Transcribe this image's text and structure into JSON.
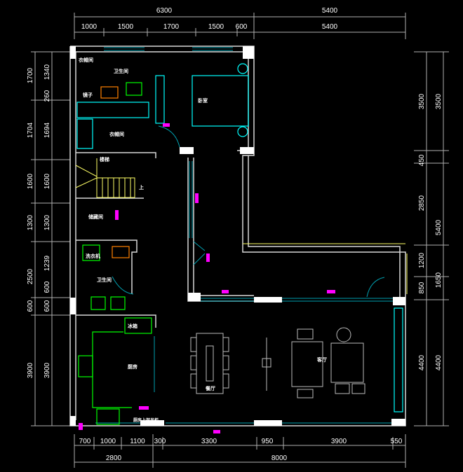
{
  "colors": {
    "wall": "#ffffff",
    "window": "#00a0b0",
    "furniture": "#00ffff",
    "fixture": "#00ff00",
    "stairs": "#ffff66",
    "tag": "#ff00ff",
    "dim": "#c0c0c0",
    "orange": "#ff8000"
  },
  "dims": {
    "top_total": [
      "6300",
      "5400"
    ],
    "top_detail": [
      "1000",
      "1500",
      "1700",
      "1500",
      "600",
      "5400"
    ],
    "left_outer": [
      "1700",
      "1704",
      "1600",
      "1300",
      "2500",
      "600",
      "3900"
    ],
    "left_inner": [
      "1340",
      "260",
      "1694",
      "1600",
      "1300",
      "1239",
      "600",
      "600",
      "3900"
    ],
    "right_inner": [
      "3500",
      "450",
      "2850",
      "1200",
      "850",
      "4400"
    ],
    "right_outer": [
      "3500",
      "5400",
      "1650",
      "4400"
    ],
    "bottom_detail": [
      "700",
      "1000",
      "1100",
      "300",
      "3300",
      "950",
      "3900",
      "550"
    ],
    "bottom_total": [
      "2800",
      "8000"
    ]
  },
  "rooms": {
    "cloak": "衣帽间",
    "bath1": "卫生间",
    "bedroom": "卧室",
    "closet": "衣帽间",
    "stairs": "楼梯",
    "stair_up": "上",
    "storage": "储藏间",
    "wash": "洗衣机",
    "bath2": "卫生间",
    "fridge": "冰箱",
    "kitchen": "厨房",
    "dining": "餐厅",
    "living": "客厅",
    "pantry": "厨房上部吊柜",
    "mirror": "镜子"
  }
}
